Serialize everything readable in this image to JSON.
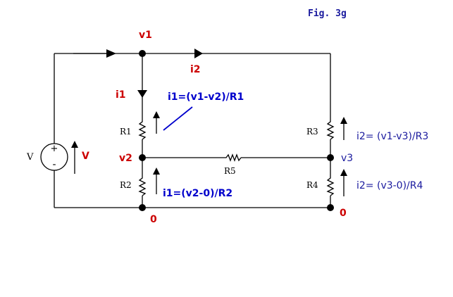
{
  "figure": {
    "title": "Fig. 3g"
  },
  "nodes": {
    "v1": "v1",
    "v2": "v2",
    "v3": "v3",
    "ground_left": "0",
    "ground_right": "0"
  },
  "currents": {
    "i1": "i1",
    "i2": "i2"
  },
  "resistors": {
    "r1": "R1",
    "r2": "R2",
    "r3": "R3",
    "r4": "R4",
    "r5": "R5"
  },
  "source": {
    "name": "V",
    "voltage": "V",
    "plus": "+",
    "minus": "-"
  },
  "equations": {
    "r1": "i1=(v1-v2)/R1",
    "r2": "i1=(v2-0)/R2",
    "r3": "i2= (v1-v3)/R3",
    "r4": "i2= (v3-0)/R4"
  },
  "colors": {
    "node_label": "#cc0000",
    "equation": "#0000cc",
    "wire": "#000000"
  }
}
